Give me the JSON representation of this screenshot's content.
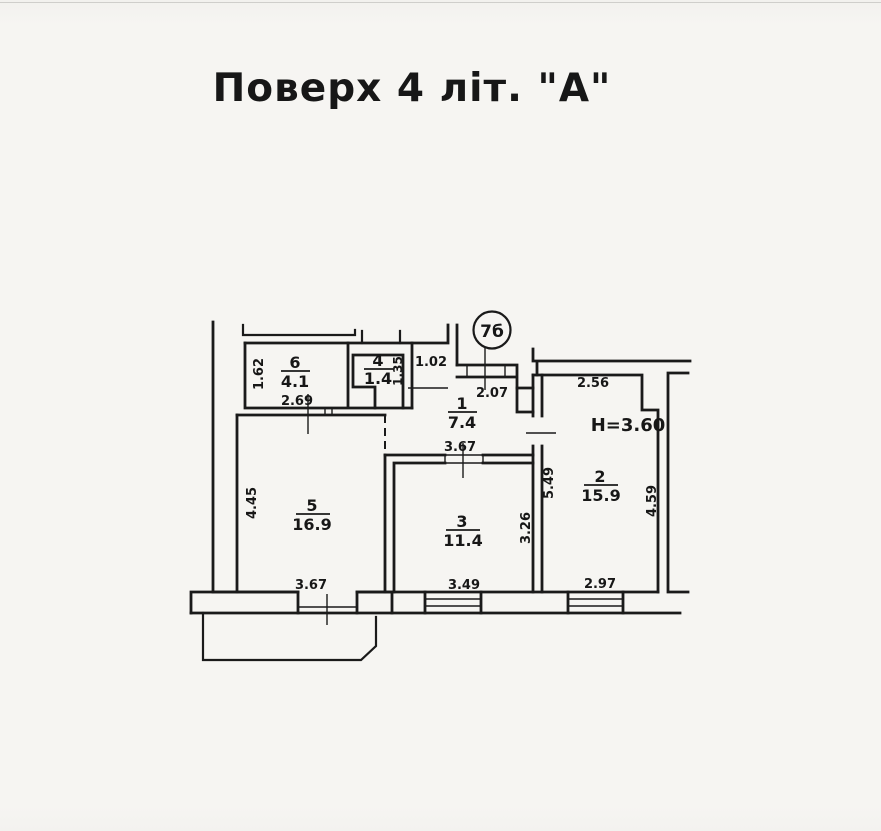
{
  "scan": {
    "title": "Поверх 4  літ. \"А\"",
    "marker": "7б",
    "height_note": "H=3.60"
  },
  "rooms": {
    "r1": {
      "num": "1",
      "area": "7.4"
    },
    "r2": {
      "num": "2",
      "area": "15.9"
    },
    "r3": {
      "num": "3",
      "area": "11.4"
    },
    "r4": {
      "num": "4",
      "area": "1.4"
    },
    "r5": {
      "num": "5",
      "area": "16.9"
    },
    "r6": {
      "num": "6",
      "area": "4.1"
    }
  },
  "dims": {
    "room6_left": "1.62",
    "room6_bottom": "2.69",
    "room4_side": "1.35",
    "hall_opening": "1.02",
    "entry_width": "2.07",
    "room2_top": "2.56",
    "room2_left": "5.49",
    "room2_right": "4.59",
    "room2_bottom": "2.97",
    "room3_top": "3.67",
    "room3_right": "3.26",
    "room3_bottom": "3.49",
    "room5_left": "4.45",
    "room5_bottom": "3.67"
  }
}
